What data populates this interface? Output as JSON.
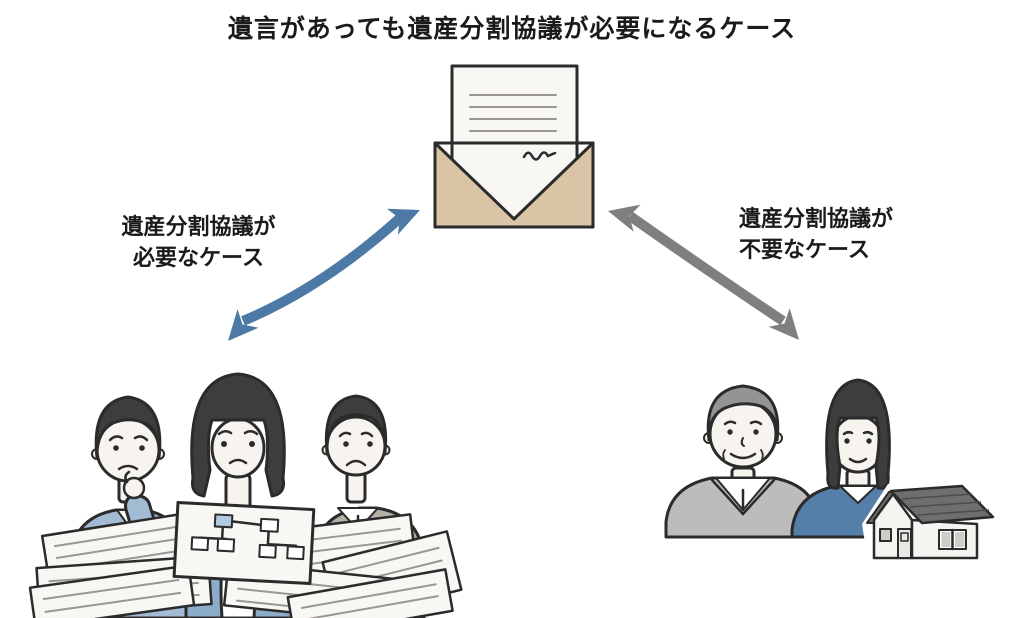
{
  "title": "遺言があっても遺産分割協議が必要になるケース",
  "cases": {
    "left": {
      "line1": "遺産分割協議が",
      "line2": "必要なケース"
    },
    "right": {
      "line1": "遺産分割協議が",
      "line2": "不要なケース"
    }
  },
  "icons": {
    "center": "will-letter-envelope-icon",
    "left_arrow": "blue-curved-double-arrow-icon",
    "right_arrow": "gray-curved-double-arrow-icon",
    "left_illustration": "worried-family-with-documents-illustration",
    "right_illustration": "smiling-elderly-couple-with-house-illustration"
  },
  "colors": {
    "text": "#1b1b1b",
    "outline": "#2b2b2b",
    "arrow_blue": "#4c79a5",
    "arrow_gray": "#7f7f7f",
    "envelope": "#d9c5a5",
    "paper": "#f8f7f4",
    "paper_line": "#999693",
    "skin": "#f7f4f0",
    "hair_dark": "#3d3d3d",
    "hair_gray": "#949494",
    "shirt_blue": "#a3bcd3",
    "cardigan_blue": "#8cadc9",
    "sweater_warm": "#b6b0a5",
    "sweater_gray": "#bcbcbc",
    "top_blue": "#557ea8",
    "chart_box_blue": "#aecbe3",
    "roof": "#6e6e6e",
    "wall": "#f6f4f1",
    "pane": "#cfcdc9",
    "door": "#eae8e4"
  }
}
